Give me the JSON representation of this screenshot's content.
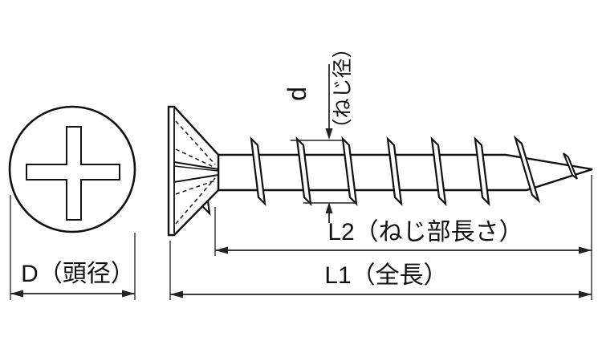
{
  "diagram": {
    "labels": {
      "head_diameter": "D（頭径）",
      "thread_diameter_symbol": "d",
      "thread_diameter_note": "（ねじ径）",
      "thread_length": "L2（ねじ部長さ）",
      "total_length": "L1（全長）"
    },
    "colors": {
      "background": "#ffffff",
      "outline": "#111111",
      "dimension_line": "#222222",
      "extension_line": "#555555"
    }
  }
}
